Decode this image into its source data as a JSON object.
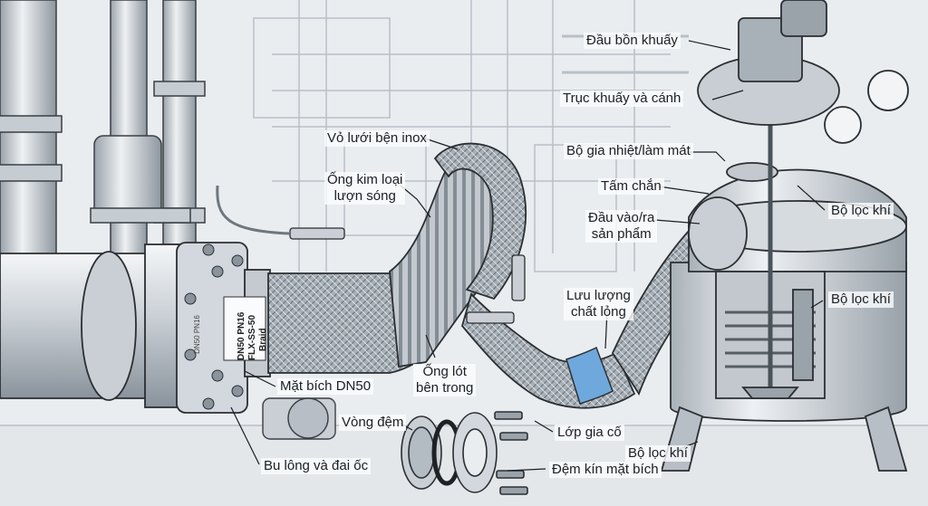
{
  "labels": {
    "tank_head": "Đầu bồn khuấy",
    "agitator_shaft": "Trục khuấy và cánh",
    "braided_jacket": "Vỏ lưới bện inox",
    "heating_cooling": "Bộ gia nhiệt/làm mát",
    "corrugated_pipe": "Ống kim loại\nlượn sóng",
    "baffle": "Tấm chắn",
    "air_filter_top": "Bộ lọc khí",
    "product_port": "Đầu vào/ra\nsản phẩm",
    "air_filter_mid": "Bộ lọc khí",
    "liquid_flow": "Lưu lượng\nchất lỏng",
    "inner_liner": "Ống lót\nbên trong",
    "flange_dn50": "Mặt bích DN50",
    "gasket_ring": "Vòng đệm",
    "reinforcement": "Lớp gia cố",
    "air_filter_bottom": "Bộ lọc khí",
    "bolts_nuts": "Bu lông và đai ốc",
    "flange_seal": "Đệm kín mặt bích"
  },
  "hose_tag": {
    "line1": "DN50 PN16",
    "line2": "FLX-SS-50",
    "line3": "Braid"
  },
  "flange_stamp": "DN50 PN16",
  "colors": {
    "steel_light": "#dfe3e7",
    "steel_mid": "#b7bec6",
    "steel_dark": "#7d868f",
    "braid": "#9aa2aa",
    "accent_blue": "#6fa8dc",
    "outline": "#2b2f33"
  }
}
